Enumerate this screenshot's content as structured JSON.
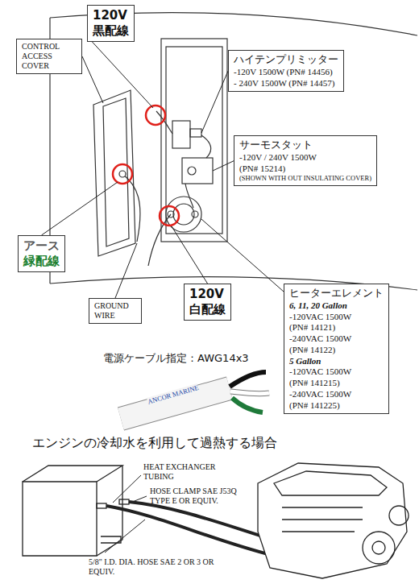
{
  "diagram": {
    "nodes": [
      {
        "text": [
          "120V",
          "黒配線"
        ]
      },
      {
        "text": [
          "CONTROL ACCESS COVER"
        ]
      },
      {
        "text": [
          "ハイテンプリミッター",
          "-120V 1500W (PN# 14456)",
          "- 240V 1500W (PN# 14457)"
        ]
      },
      {
        "text": [
          "サーモスタット",
          "-120V / 240V 1500W",
          "(PN# 15214)",
          "(SHOWN WITH OUT INSULATING COVER)"
        ]
      },
      {
        "text": [
          "アース",
          "緑配線"
        ]
      },
      {
        "text": [
          "GROUND WIRE"
        ]
      },
      {
        "text": [
          "120V",
          "白配線"
        ]
      },
      {
        "text": [
          "ヒーターエレメント",
          "6, 11, 20 Gallon",
          "-120VAC 1500W",
          "(PN# 14121)",
          "-240VAC 1500W",
          "(PN# 14122)",
          "5 Gallon",
          "-120VAC 1500W",
          "(PN# 141215)",
          "-240VAC 1500W",
          "(PN# 141225)"
        ]
      }
    ],
    "labels": [
      "電源ケーブル指定：AWG14x3",
      "ANCOR MARINE",
      "エンジンの冷却水を利用して過熱する場合",
      "HEAT EXCHANGER TUBING",
      "HOSE CLAMP SAE J53Q TYPE E OR EQUIV.",
      "5/8\" I.D. DIA. HOSE SAE 2 OR 3 OR EQUIV."
    ]
  }
}
